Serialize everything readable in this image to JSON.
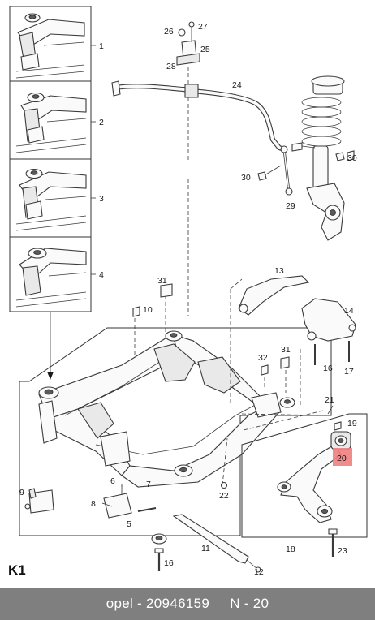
{
  "section_label": "K1",
  "callouts": {
    "p1": "1",
    "p2": "2",
    "p3": "3",
    "p4": "4",
    "p5": "5",
    "p6": "6",
    "p7": "7",
    "p8": "8",
    "p9": "9",
    "p10": "10",
    "p11": "11",
    "p12": "12",
    "p13": "13",
    "p14": "14",
    "p16a": "16",
    "p16b": "16",
    "p17": "17",
    "p18": "18",
    "p19": "19",
    "p20": "20",
    "p21": "21",
    "p22": "22",
    "p23": "23",
    "p24": "24",
    "p25": "25",
    "p26": "26",
    "p27": "27",
    "p28": "28",
    "p29": "29",
    "p30a": "30",
    "p30b": "30",
    "p31a": "31",
    "p31b": "31",
    "p32": "32"
  },
  "highlight": {
    "part": "20",
    "color": "#f08080"
  },
  "footer": {
    "brand": "opel",
    "separator": " - ",
    "part_number": "20946159",
    "diagram_ref": "N - 20"
  }
}
